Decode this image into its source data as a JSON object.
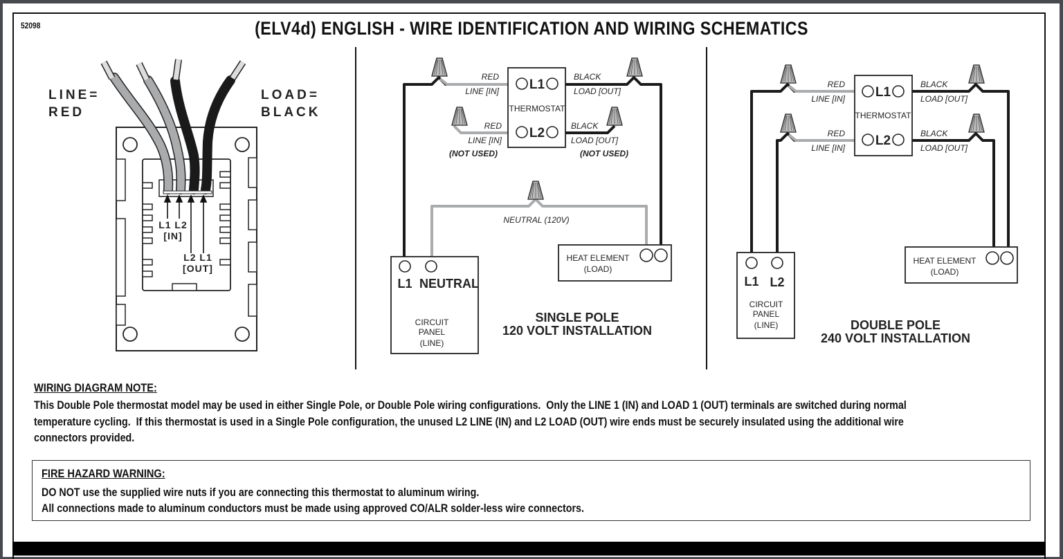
{
  "document": {
    "id": "52098",
    "title": "(ELV4d) ENGLISH - WIRE IDENTIFICATION AND WIRING SCHEMATICS"
  },
  "wire_identification": {
    "line_label": [
      "LINE=",
      "RED"
    ],
    "load_label": [
      "LOAD=",
      "BLACK"
    ],
    "in_terminals": "L1 L2",
    "in_label": "[IN]",
    "out_terminals": "L2 L1",
    "out_label": "[OUT]"
  },
  "single_pole": {
    "thermostat_label": "THERMOSTAT",
    "terminal_1": "L1",
    "terminal_2": "L2",
    "line_color_1": "RED",
    "line_in_1": "LINE [IN]",
    "load_color_1": "BLACK",
    "load_out_1": "LOAD [OUT]",
    "line_color_2": "RED",
    "line_in_2": "LINE [IN]",
    "load_color_2": "BLACK",
    "load_out_2": "LOAD [OUT]",
    "not_used_left": "(NOT USED)",
    "not_used_right": "(NOT USED)",
    "neutral_label": "NEUTRAL (120V)",
    "panel_terminal_1": "L1",
    "panel_terminal_2": "NEUTRAL",
    "panel_label": [
      "CIRCUIT",
      "PANEL",
      "(LINE)"
    ],
    "heat_label": [
      "HEAT ELEMENT",
      "(LOAD)"
    ],
    "caption": [
      "SINGLE POLE",
      "120 VOLT INSTALLATION"
    ]
  },
  "double_pole": {
    "thermostat_label": "THERMOSTAT",
    "terminal_1": "L1",
    "terminal_2": "L2",
    "line_color_1": "RED",
    "line_in_1": "LINE [IN]",
    "load_color_1": "BLACK",
    "load_out_1": "LOAD [OUT]",
    "line_color_2": "RED",
    "line_in_2": "LINE [IN]",
    "load_color_2": "BLACK",
    "load_out_2": "LOAD [OUT]",
    "panel_terminal_1": "L1",
    "panel_terminal_2": "L2",
    "panel_label": [
      "CIRCUIT",
      "PANEL",
      "(LINE)"
    ],
    "heat_label": [
      "HEAT ELEMENT",
      "(LOAD)"
    ],
    "caption": [
      "DOUBLE POLE",
      "240 VOLT INSTALLATION"
    ]
  },
  "colors": {
    "line_wire": "#a9abad",
    "load_wire": "#1a1a1a",
    "viewer_background": "#474a4e"
  },
  "note": {
    "heading": "WIRING DIAGRAM NOTE:",
    "lines": [
      "This Double Pole thermostat model may be used in either Single Pole, or Double Pole wiring configurations.  Only the LINE 1 (IN) and LOAD 1 (OUT) terminals are switched during normal",
      "temperature cycling.  If this thermostat is used in a Single Pole configuration, the unused L2 LINE (IN) and L2 LOAD (OUT) wire ends must be securely insulated using the additional wire",
      "connectors provided."
    ]
  },
  "warning": {
    "heading": "FIRE HAZARD WARNING:",
    "lines": [
      "DO NOT use the supplied wire nuts if you are connecting this thermostat to aluminum wiring.",
      "All connections made to aluminum conductors must be made using approved CO/ALR solder-less wire connectors."
    ]
  }
}
